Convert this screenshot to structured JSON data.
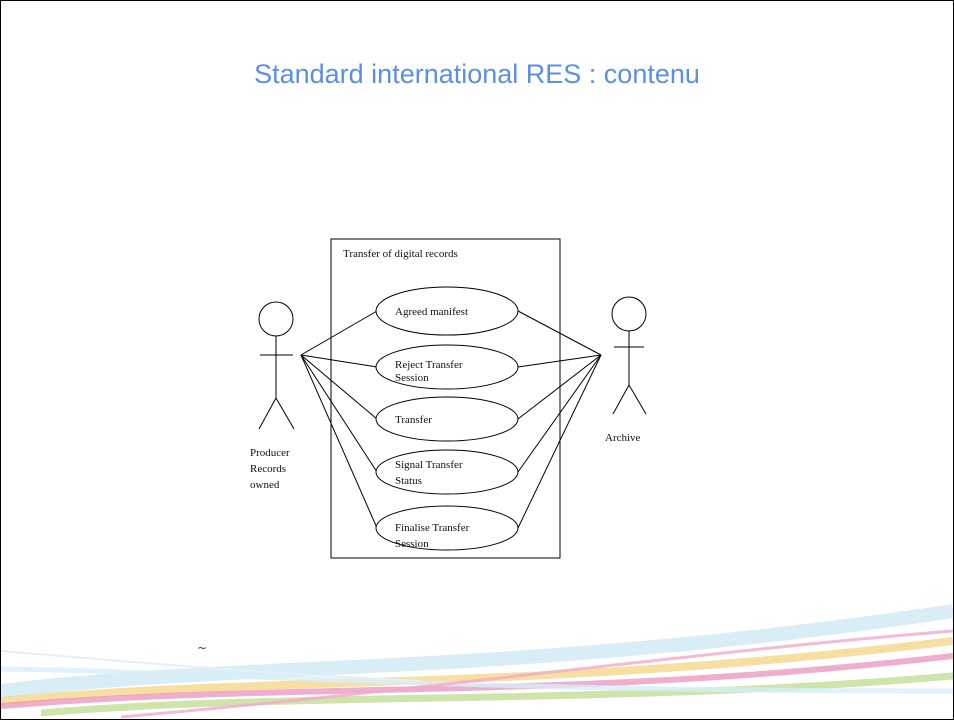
{
  "slide": {
    "title": "Standard international RES : contenu",
    "tilde": "~"
  },
  "diagram": {
    "system_label": "Transfer of digital records",
    "actors": {
      "left": [
        "Producer",
        "Records",
        "owned"
      ],
      "right": [
        "Archive"
      ]
    },
    "use_cases": [
      [
        "Agreed manifest"
      ],
      [
        "Reject Transfer",
        "Session"
      ],
      [
        "Transfer"
      ],
      [
        "Signal Transfer",
        "Status"
      ],
      [
        "Finalise Transfer",
        "Session"
      ]
    ]
  },
  "colors": {
    "title": "#5b8ee6",
    "lines": "#000000"
  }
}
